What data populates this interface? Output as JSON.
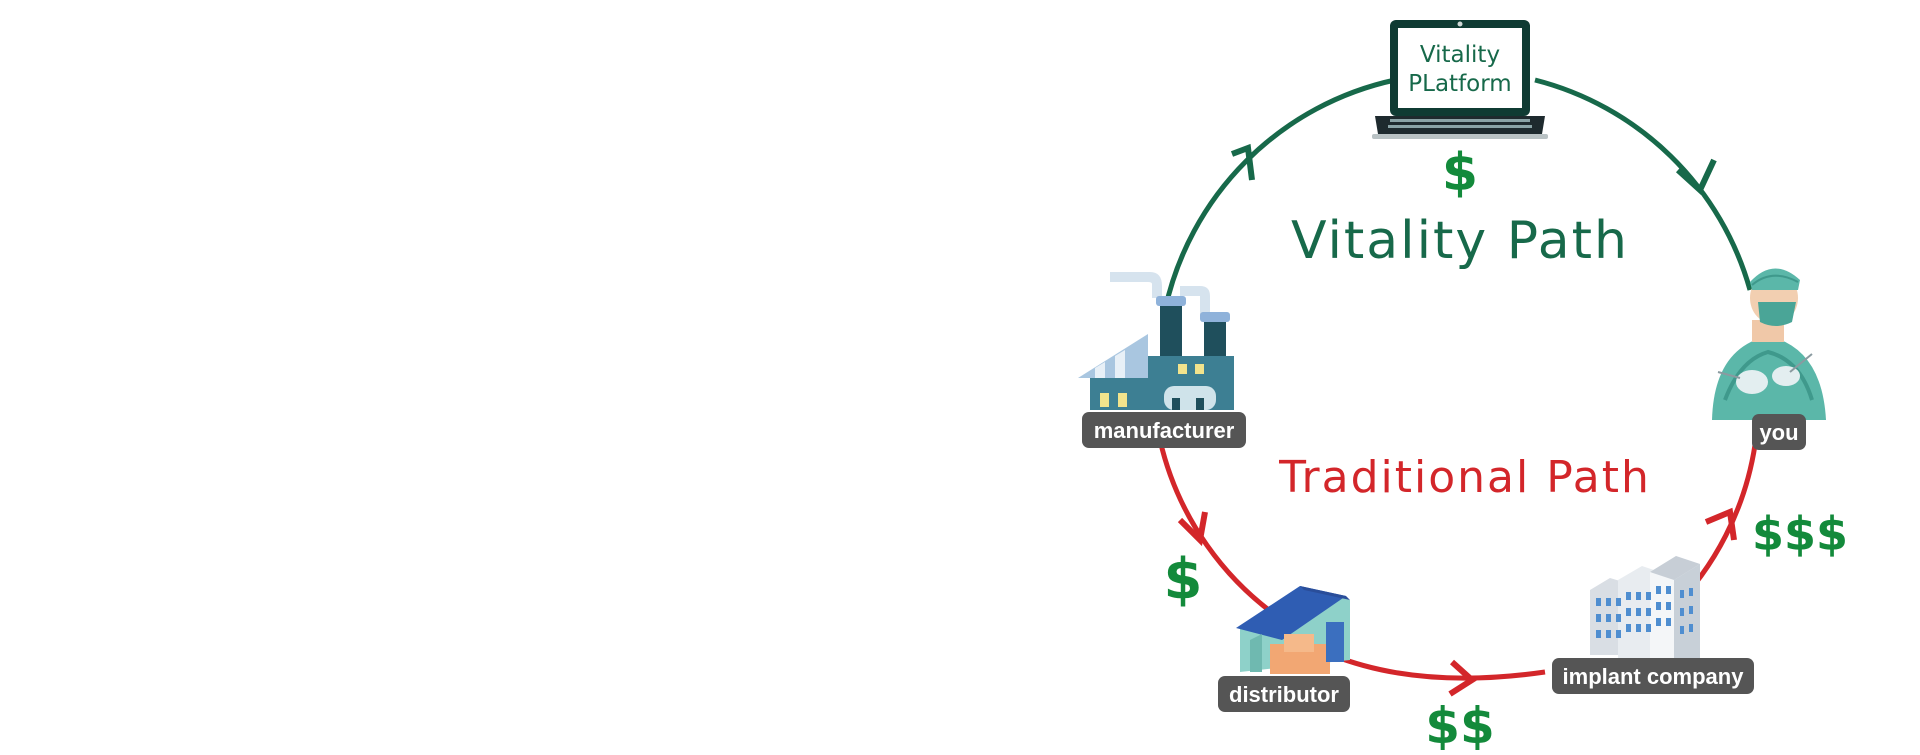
{
  "diagram": {
    "vitality_title": "Vitality Path",
    "traditional_title": "Traditional Path",
    "platform_line1": "Vitality",
    "platform_line2": "PLatform",
    "nodes": {
      "manufacturer": "manufacturer",
      "distributor": "distributor",
      "implant_company": "implant company",
      "you": "you"
    },
    "costs": {
      "vitality": "$",
      "to_distributor": "$",
      "to_implant_company": "$$",
      "to_you": "$$$"
    },
    "colors": {
      "vitality_path": "#17694a",
      "traditional_path": "#d3262a",
      "money": "#138a3b",
      "label_bg": "#555555"
    },
    "icons": [
      "laptop-icon",
      "factory-icon",
      "warehouse-icon",
      "office-building-icon",
      "surgeon-icon"
    ]
  }
}
